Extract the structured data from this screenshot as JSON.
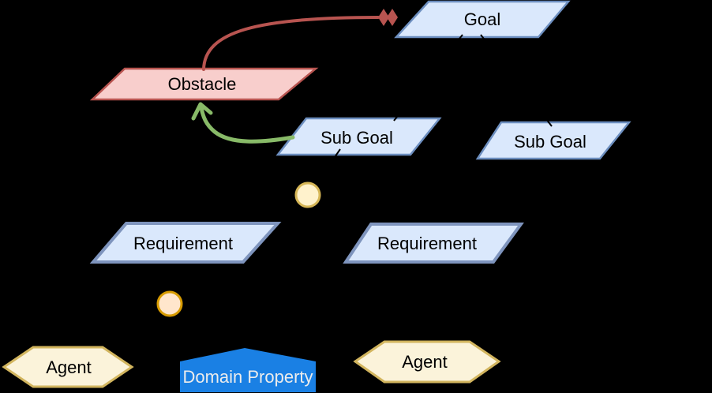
{
  "diagram": {
    "kind": "KAOS goal model",
    "background": "#000000"
  },
  "nodes": {
    "goal": {
      "label": "Goal",
      "shape": "parallelogram",
      "fill": "#dae8fc",
      "stroke": "#6c8ebf"
    },
    "obstacle": {
      "label": "Obstacle",
      "shape": "parallelogram",
      "fill": "#f8cecc",
      "stroke": "#b85450"
    },
    "subgoal_left": {
      "label": "Sub Goal",
      "shape": "parallelogram",
      "fill": "#dae8fc",
      "stroke": "#6c8ebf"
    },
    "subgoal_right": {
      "label": "Sub Goal",
      "shape": "parallelogram",
      "fill": "#dae8fc",
      "stroke": "#6c8ebf"
    },
    "requirement_left": {
      "label": "Requirement",
      "shape": "parallelogram",
      "fill": "#dae8fc",
      "stroke": "#7e94bd"
    },
    "requirement_right": {
      "label": "Requirement",
      "shape": "parallelogram",
      "fill": "#dae8fc",
      "stroke": "#7e94bd"
    },
    "and_circle": {
      "shape": "circle",
      "fill": "#fff2cc",
      "stroke": "#d6b656"
    },
    "or_circle": {
      "shape": "circle",
      "fill": "#ffe6cc",
      "stroke": "#d79b00"
    },
    "agent_left": {
      "label": "Agent",
      "shape": "hexagon",
      "fill": "#fbf3da",
      "stroke": "#d2b55e"
    },
    "agent_right": {
      "label": "Agent",
      "shape": "hexagon",
      "fill": "#fbf3da",
      "stroke": "#d2b55e"
    },
    "domain_property": {
      "label": "Domain Property",
      "shape": "pentagon-house",
      "fill": "#1a80e4",
      "text_color": "#ececec"
    }
  },
  "edges": {
    "obstruction": {
      "from": "obstacle",
      "to": "goal",
      "color": "#b85450",
      "marker": "double-diamond"
    },
    "resolution": {
      "from": "subgoal_left",
      "to": "obstacle",
      "color": "#88ba68",
      "marker": "open-arrow"
    },
    "refinement": {
      "color": "#000000"
    }
  }
}
